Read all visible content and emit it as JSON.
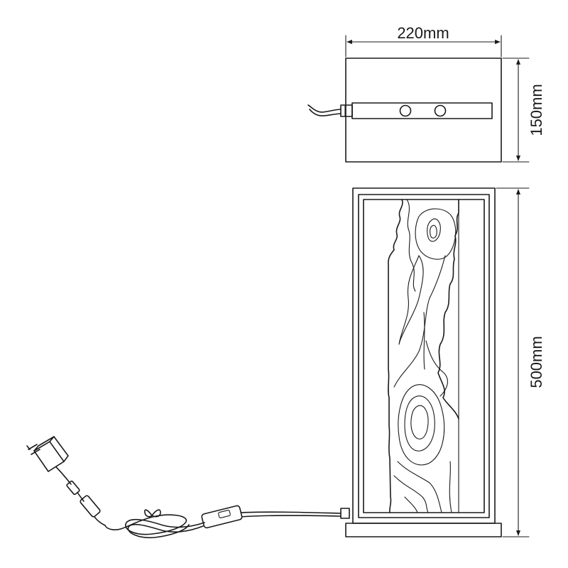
{
  "dimensions": {
    "width": "220mm",
    "depth": "150mm",
    "height": "500mm"
  },
  "colors": {
    "line": "#1a1a1a",
    "background": "#ffffff"
  }
}
